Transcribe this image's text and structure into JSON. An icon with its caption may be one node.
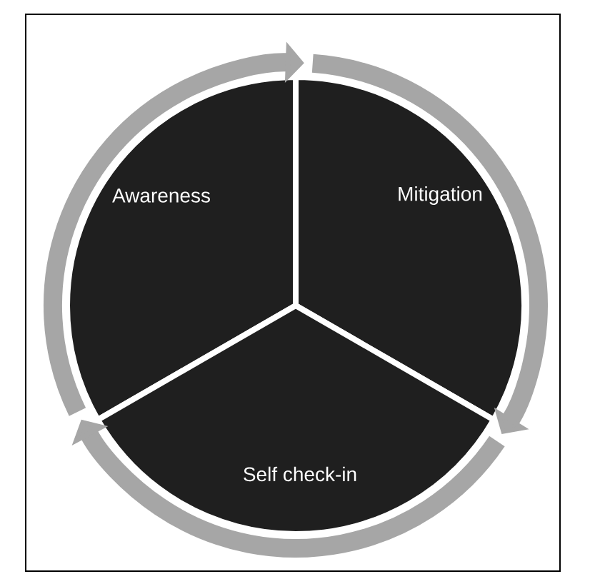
{
  "diagram": {
    "nodes": [
      {
        "text": [
          "Awareness"
        ]
      },
      {
        "text": [
          "Mitigation"
        ]
      },
      {
        "text": [
          "Self check-in"
        ]
      }
    ],
    "edges": [
      {
        "from": 0,
        "to": 1,
        "arrow": "to"
      },
      {
        "from": 1,
        "to": 2,
        "arrow": "to"
      },
      {
        "from": 2,
        "to": 0,
        "arrow": "to"
      }
    ]
  }
}
